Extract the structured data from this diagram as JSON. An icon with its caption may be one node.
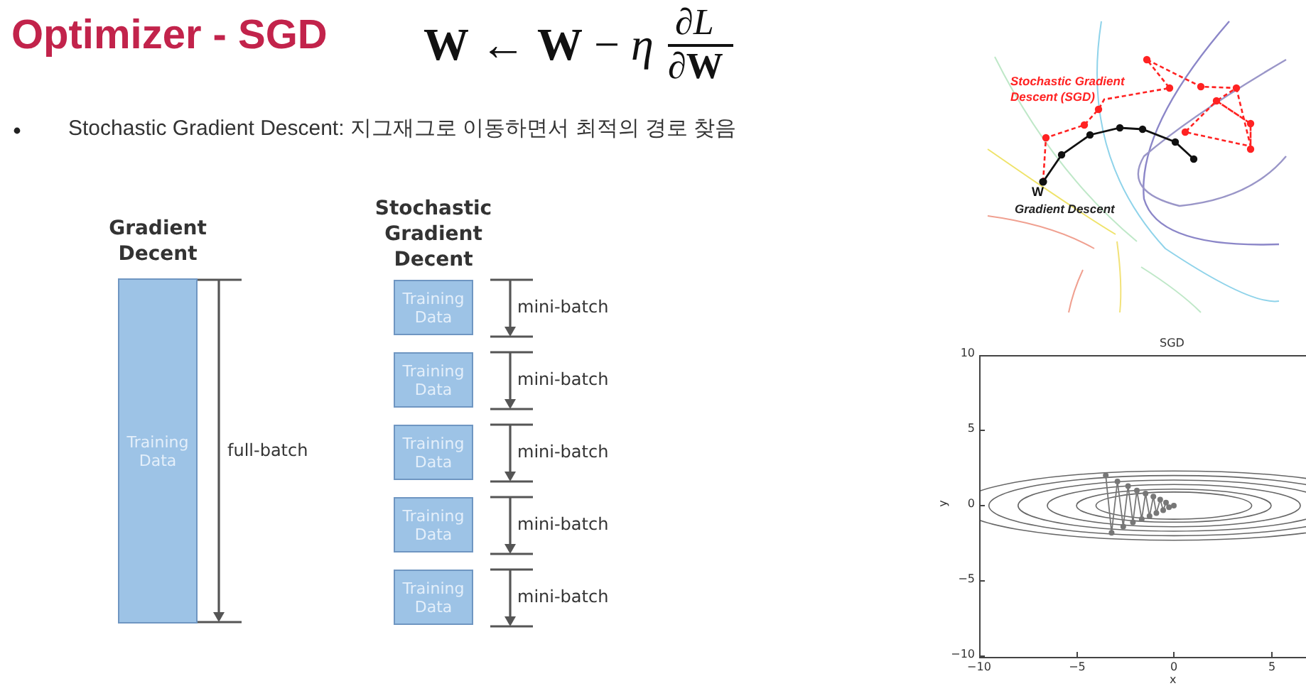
{
  "diagram": {
    "title": "Optimizer - SGD",
    "nodes": [
      {
        "text": [
          "Gradient Decent",
          "Training Data"
        ]
      },
      {
        "text": [
          "Training Data"
        ]
      },
      {
        "text": [
          "Training Data"
        ]
      },
      {
        "text": [
          "Training Data"
        ]
      },
      {
        "text": [
          "Training Data"
        ]
      },
      {
        "text": [
          "Training Data"
        ]
      }
    ],
    "labels": [
      "**W** ← **W** − *η*",
      "∂*L*",
      "∂**W**",
      "Stochastic Gradient Descent: 지그재그로 이동하면서 최적의 경로 찾음",
      "Stochastic Gradient Decent",
      "full-batch",
      "mini-batch",
      "mini-batch",
      "mini-batch",
      "mini-batch",
      "mini-batch",
      "Stochastic Gradient Descent (SGD)",
      "W",
      "Gradient Descent",
      "SGD",
      "10",
      "5",
      "0",
      "−5",
      "−10",
      "−10",
      "−5",
      "0",
      "5",
      "x",
      "y"
    ]
  }
}
